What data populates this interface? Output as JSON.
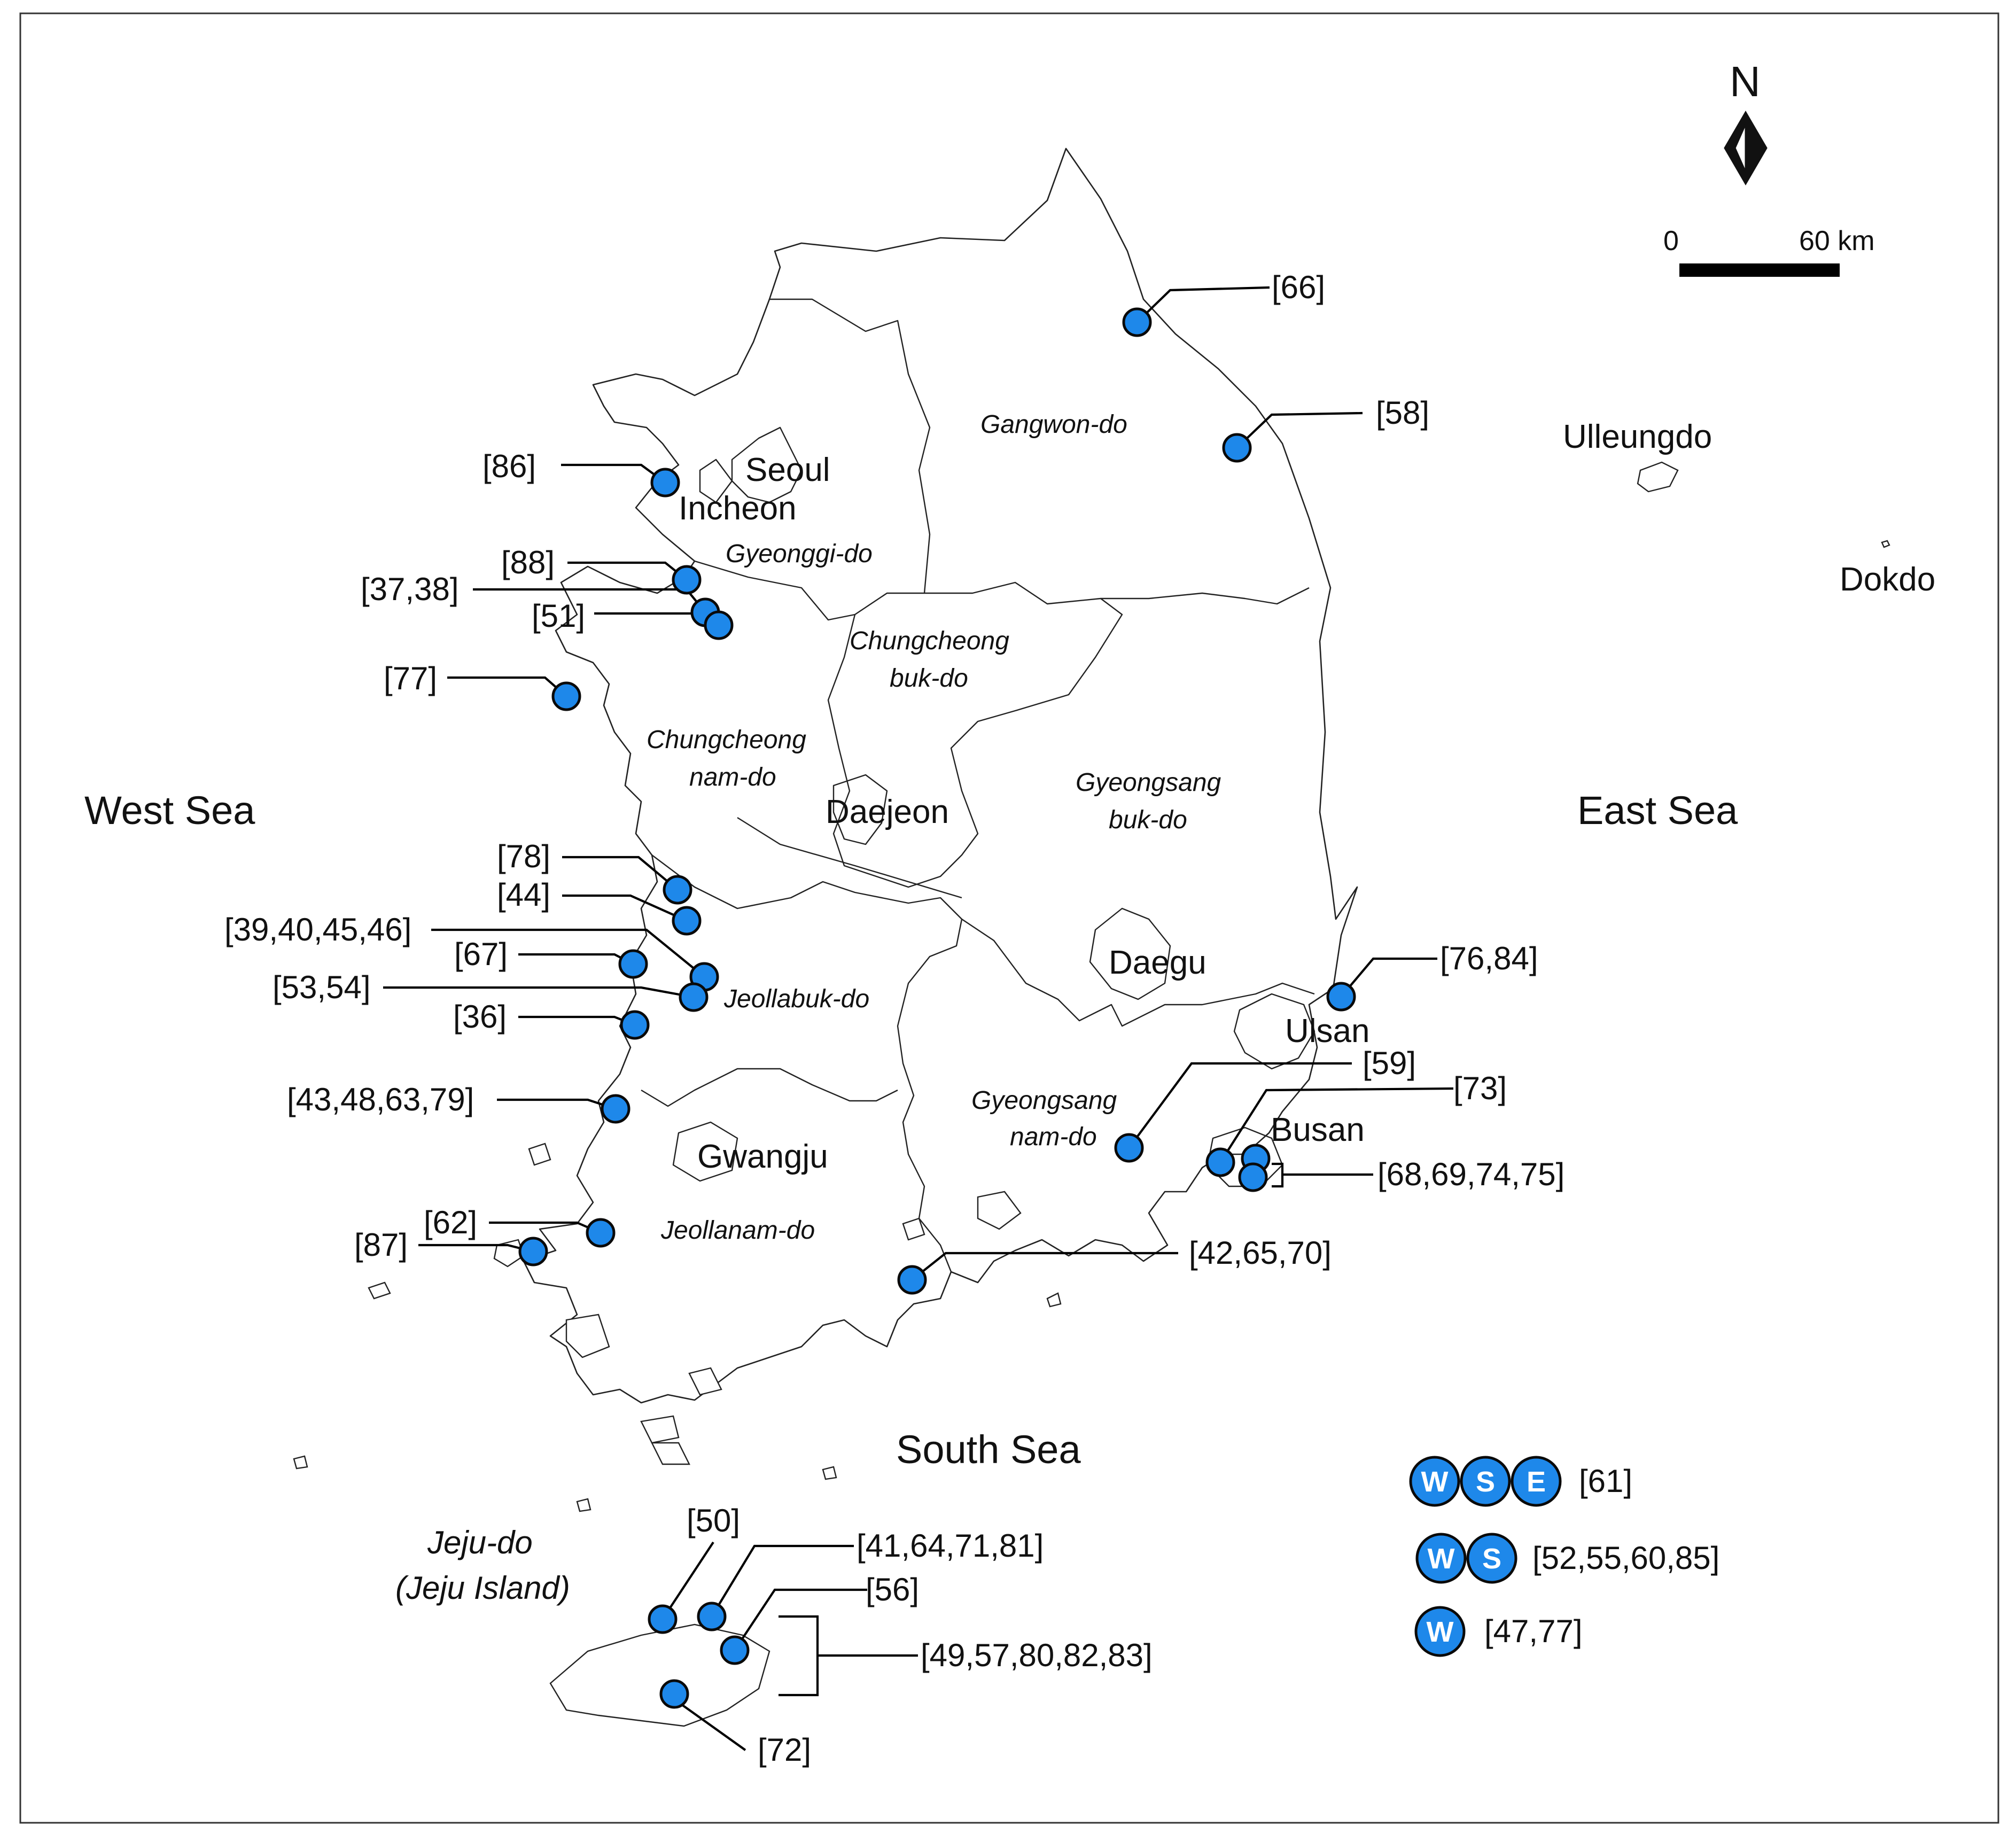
{
  "seas": {
    "west": "West Sea",
    "east": "East Sea",
    "south": "South Sea"
  },
  "cities": {
    "seoul": "Seoul",
    "incheon": "Incheon",
    "daejeon": "Daejeon",
    "daegu": "Daegu",
    "ulsan": "Ulsan",
    "busan": "Busan",
    "gwangju": "Gwangju",
    "ulleungdo": "Ulleungdo",
    "dokdo": "Dokdo"
  },
  "provinces": {
    "gangwon": "Gangwon-do",
    "gyeonggi": "Gyeonggi-do",
    "chungbuk_line1": "Chungcheong",
    "chungbuk_line2": "buk-do",
    "chungnam_line1": "Chungcheong",
    "chungnam_line2": "nam-do",
    "gyeongbuk_line1": "Gyeongsang",
    "gyeongbuk_line2": "buk-do",
    "jeonbuk": "Jeollabuk-do",
    "gyeongnam_line1": "Gyeongsang",
    "gyeongnam_line2": "nam-do",
    "jeonnam": "Jeollanam-do",
    "jeju_line1": "Jeju-do",
    "jeju_line2": "(Jeju Island)"
  },
  "north_arrow": {
    "label": "N",
    "icon": "north-arrow-icon"
  },
  "scale_bar": {
    "start_label": "0",
    "end_label": "60 km"
  },
  "site_labels": {
    "s66": "[66]",
    "s58": "[58]",
    "s86": "[86]",
    "s88": "[88]",
    "s37_38": "[37,38]",
    "s51": "[51]",
    "s77": "[77]",
    "s78": "[78]",
    "s44": "[44]",
    "s39_40_45_46": "[39,40,45,46]",
    "s67": "[67]",
    "s53_54": "[53,54]",
    "s36": "[36]",
    "s43_48_63_79": "[43,48,63,79]",
    "s62": "[62]",
    "s87": "[87]",
    "s76_84": "[76,84]",
    "s59": "[59]",
    "s73": "[73]",
    "s68_69_74_75": "[68,69,74,75]",
    "s42_65_70": "[42,65,70]",
    "s50": "[50]",
    "s41_64_71_81": "[41,64,71,81]",
    "s56": "[56]",
    "s49_57_80_82_83": "[49,57,80,82,83]",
    "s72": "[72]"
  },
  "legend": {
    "row1": {
      "letters": [
        "W",
        "S",
        "E"
      ],
      "label": "[61]"
    },
    "row2": {
      "letters": [
        "W",
        "S"
      ],
      "label": "[52,55,60,85]"
    },
    "row3": {
      "letters": [
        "W"
      ],
      "label": "[47,77]"
    }
  },
  "colors": {
    "site_fill": "#1e88ea",
    "outline": "#222222"
  }
}
